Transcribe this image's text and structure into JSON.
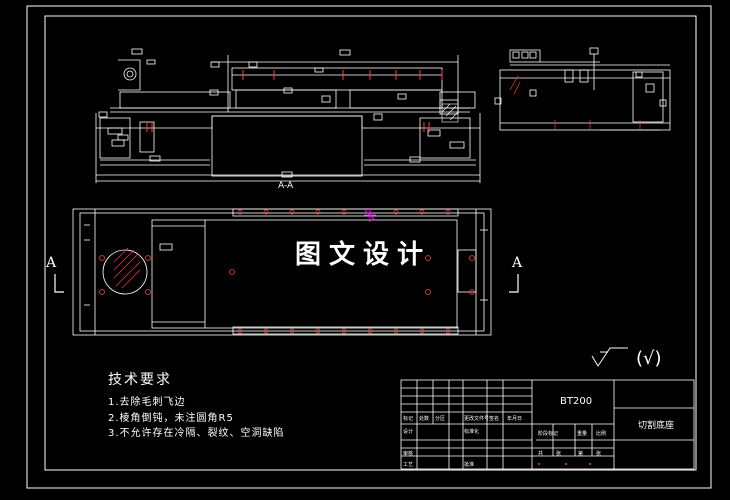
{
  "section_label": "A-A",
  "view_markers": {
    "left": "A",
    "right": "A"
  },
  "watermark": "图文设计",
  "technical_requirements": {
    "title": "技术要求",
    "items": [
      "1.去除毛刺飞边",
      "2.棱角倒钝，未注圆角R5",
      "3.不允许存在冷隔、裂纹、空洞缺陷"
    ]
  },
  "title_block": {
    "model": "BT200",
    "part_name": "切割底座",
    "labels": [
      "标记",
      "处数",
      "分区",
      "更改文件号",
      "签名",
      "年月日",
      "设计",
      "标准化",
      "阶段标记",
      "重量",
      "比例",
      "审核",
      "工艺",
      "批准",
      "共",
      "张",
      "第",
      "张"
    ]
  },
  "roughness_symbol": "(√)",
  "colors": {
    "background": "#000000",
    "line": "#ffffff",
    "accent": "#ff3b3b",
    "marker": "#ff00ff"
  }
}
